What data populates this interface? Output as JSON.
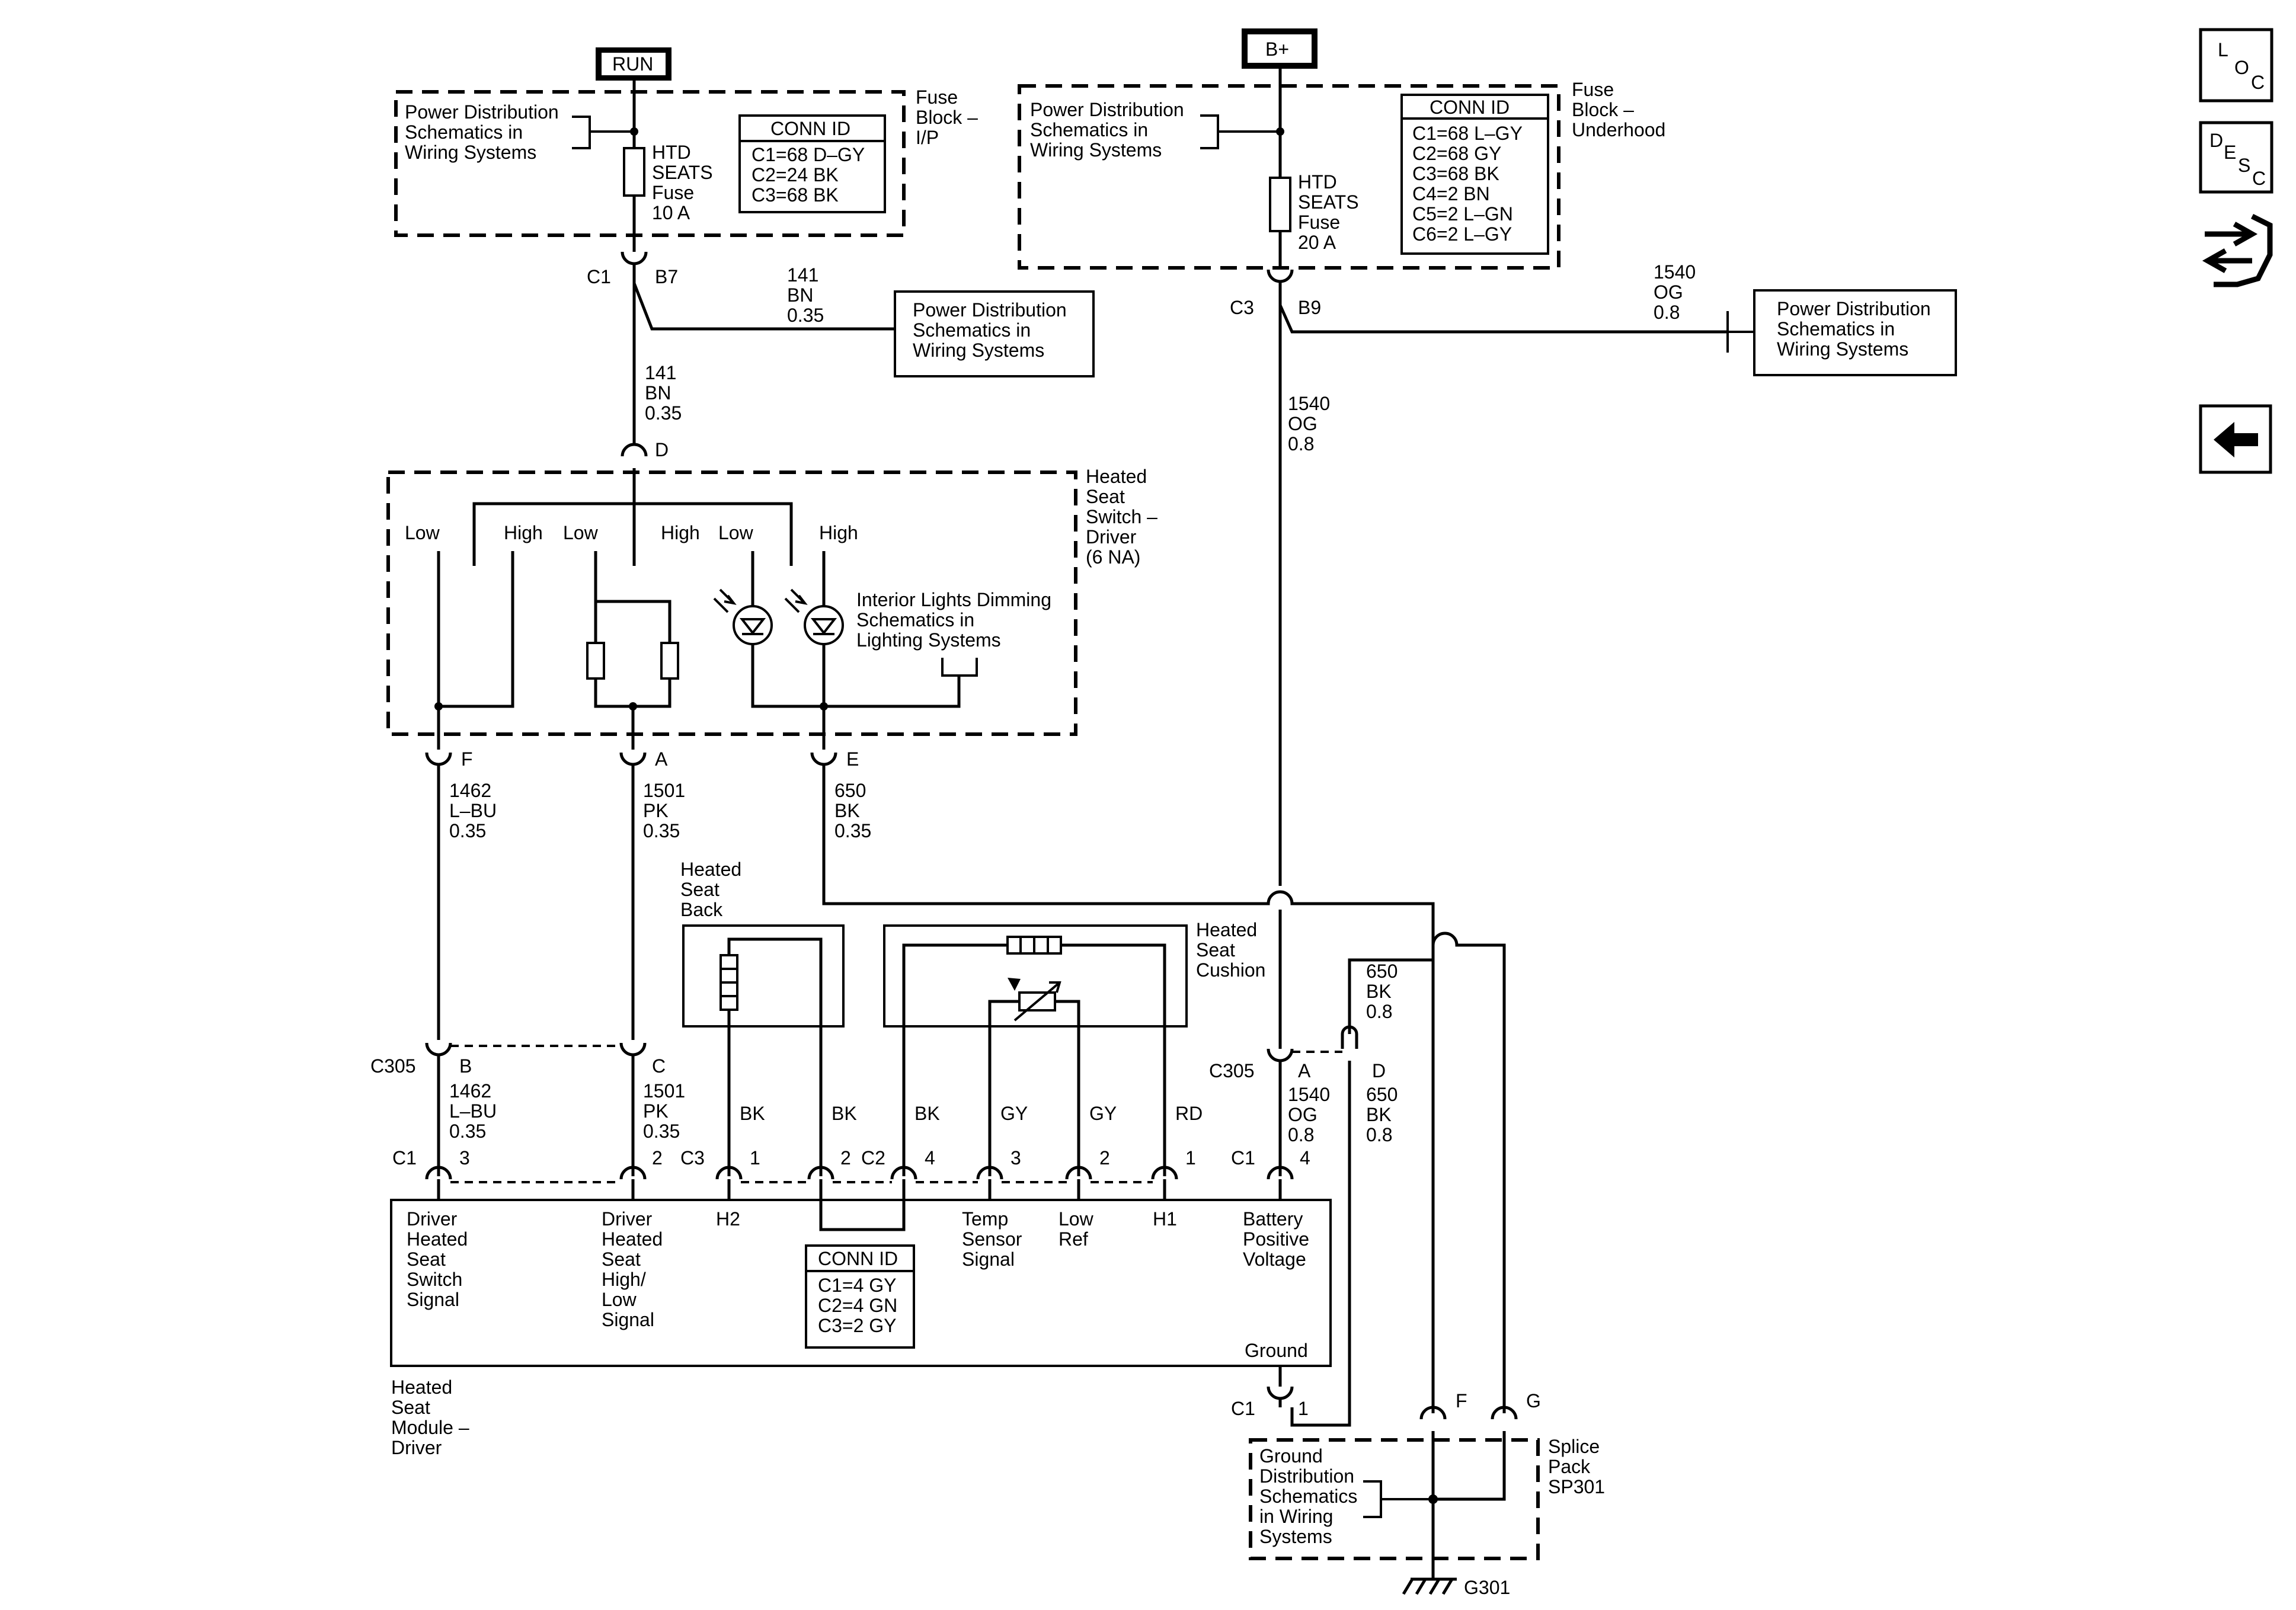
{
  "power": {
    "run": "RUN",
    "bplus": "B+"
  },
  "fuse_block_ip": {
    "title": [
      "Fuse",
      "Block –",
      "I/P"
    ],
    "pds": [
      "Power Distribution",
      "Schematics in",
      "Wiring Systems"
    ],
    "fuse": [
      "HTD",
      "SEATS",
      "Fuse",
      "10 A"
    ],
    "conn_title": "CONN ID",
    "conn": [
      "C1=68 D–GY",
      "C2=24 BK",
      "C3=68 BK"
    ],
    "c1": "C1",
    "b7": "B7"
  },
  "fuse_block_uh": {
    "title": [
      "Fuse",
      "Block –",
      "Underhood"
    ],
    "pds": [
      "Power Distribution",
      "Schematics in",
      "Wiring Systems"
    ],
    "fuse": [
      "HTD",
      "SEATS",
      "Fuse",
      "20 A"
    ],
    "conn_title": "CONN ID",
    "conn": [
      "C1=68 L–GY",
      "C2=68 GY",
      "C3=68 BK",
      "C4=2 BN",
      "C5=2 L–GN",
      "C6=2 L–GY"
    ],
    "c3": "C3",
    "b9": "B9"
  },
  "wire_141_branch": [
    "141",
    "BN",
    "0.35"
  ],
  "pds_box_1": [
    "Power Distribution",
    "Schematics in",
    "Wiring Systems"
  ],
  "wire_141_main": [
    "141",
    "BN",
    "0.35"
  ],
  "pin_d": "D",
  "wire_1540_branch": [
    "1540",
    "OG",
    "0.8"
  ],
  "pds_box_2": [
    "Power Distribution",
    "Schematics in",
    "Wiring Systems"
  ],
  "wire_1540_main": [
    "1540",
    "OG",
    "0.8"
  ],
  "switch": {
    "title": [
      "Heated",
      "Seat",
      "Switch –",
      "Driver",
      "(6 NA)"
    ],
    "labels": [
      "Low",
      "High",
      "Low",
      "High",
      "Low",
      "High"
    ],
    "ild": [
      "Interior Lights Dimming",
      "Schematics in",
      "Lighting Systems"
    ],
    "pins": [
      "F",
      "A",
      "E"
    ]
  },
  "wire_1462_top": [
    "1462",
    "L–BU",
    "0.35"
  ],
  "wire_1501_top": [
    "1501",
    "PK",
    "0.35"
  ],
  "wire_650_top": [
    "650",
    "BK",
    "0.35"
  ],
  "seat_back": [
    "Heated",
    "Seat",
    "Back"
  ],
  "seat_cushion": [
    "Heated",
    "Seat",
    "Cushion"
  ],
  "c305": {
    "left": "C305",
    "b": "B",
    "c": "C",
    "right": "C305",
    "a": "A",
    "d": "D"
  },
  "wire_1462_bot": [
    "1462",
    "L–BU",
    "0.35"
  ],
  "wire_1501_bot": [
    "1501",
    "PK",
    "0.35"
  ],
  "wire_650_right_top": [
    "650",
    "BK",
    "0.8"
  ],
  "wire_1540_bot": [
    "1540",
    "OG",
    "0.8"
  ],
  "wire_650_right_bot": [
    "650",
    "BK",
    "0.8"
  ],
  "colors": [
    "BK",
    "BK",
    "BK",
    "GY",
    "GY",
    "RD"
  ],
  "module_pins": {
    "c1": "C1",
    "p3": "3",
    "p2": "2",
    "c3": "C3",
    "p1": "1",
    "p2b": "2",
    "c2": "C2",
    "p4": "4",
    "p3b": "3",
    "p2c": "2",
    "p1b": "1",
    "c1b": "C1",
    "p4b": "4"
  },
  "module": {
    "title": [
      "Heated",
      "Seat",
      "Module –",
      "Driver"
    ],
    "sig1": [
      "Driver",
      "Heated",
      "Seat",
      "Switch",
      "Signal"
    ],
    "sig2": [
      "Driver",
      "Heated",
      "Seat",
      "High/",
      "Low",
      "Signal"
    ],
    "h2": "H2",
    "temp": [
      "Temp",
      "Sensor",
      "Signal"
    ],
    "lowref": [
      "Low",
      "Ref"
    ],
    "h1": "H1",
    "batt": [
      "Battery",
      "Positive",
      "Voltage"
    ],
    "ground": "Ground",
    "conn_title": "CONN ID",
    "conn": [
      "C1=4 GY",
      "C2=4 GN",
      "C3=2 GY"
    ],
    "gnd_c1": "C1",
    "gnd_p1": "1"
  },
  "splice": {
    "title": [
      "Splice",
      "Pack",
      "SP301"
    ],
    "gd": [
      "Ground",
      "Distribution",
      "Schematics",
      "in Wiring",
      "Systems"
    ],
    "f": "F",
    "g": "G",
    "ground": "G301"
  },
  "nav": {
    "loc": [
      "L",
      "O",
      "C"
    ],
    "desc": [
      "D",
      "E",
      "S",
      "C"
    ]
  }
}
